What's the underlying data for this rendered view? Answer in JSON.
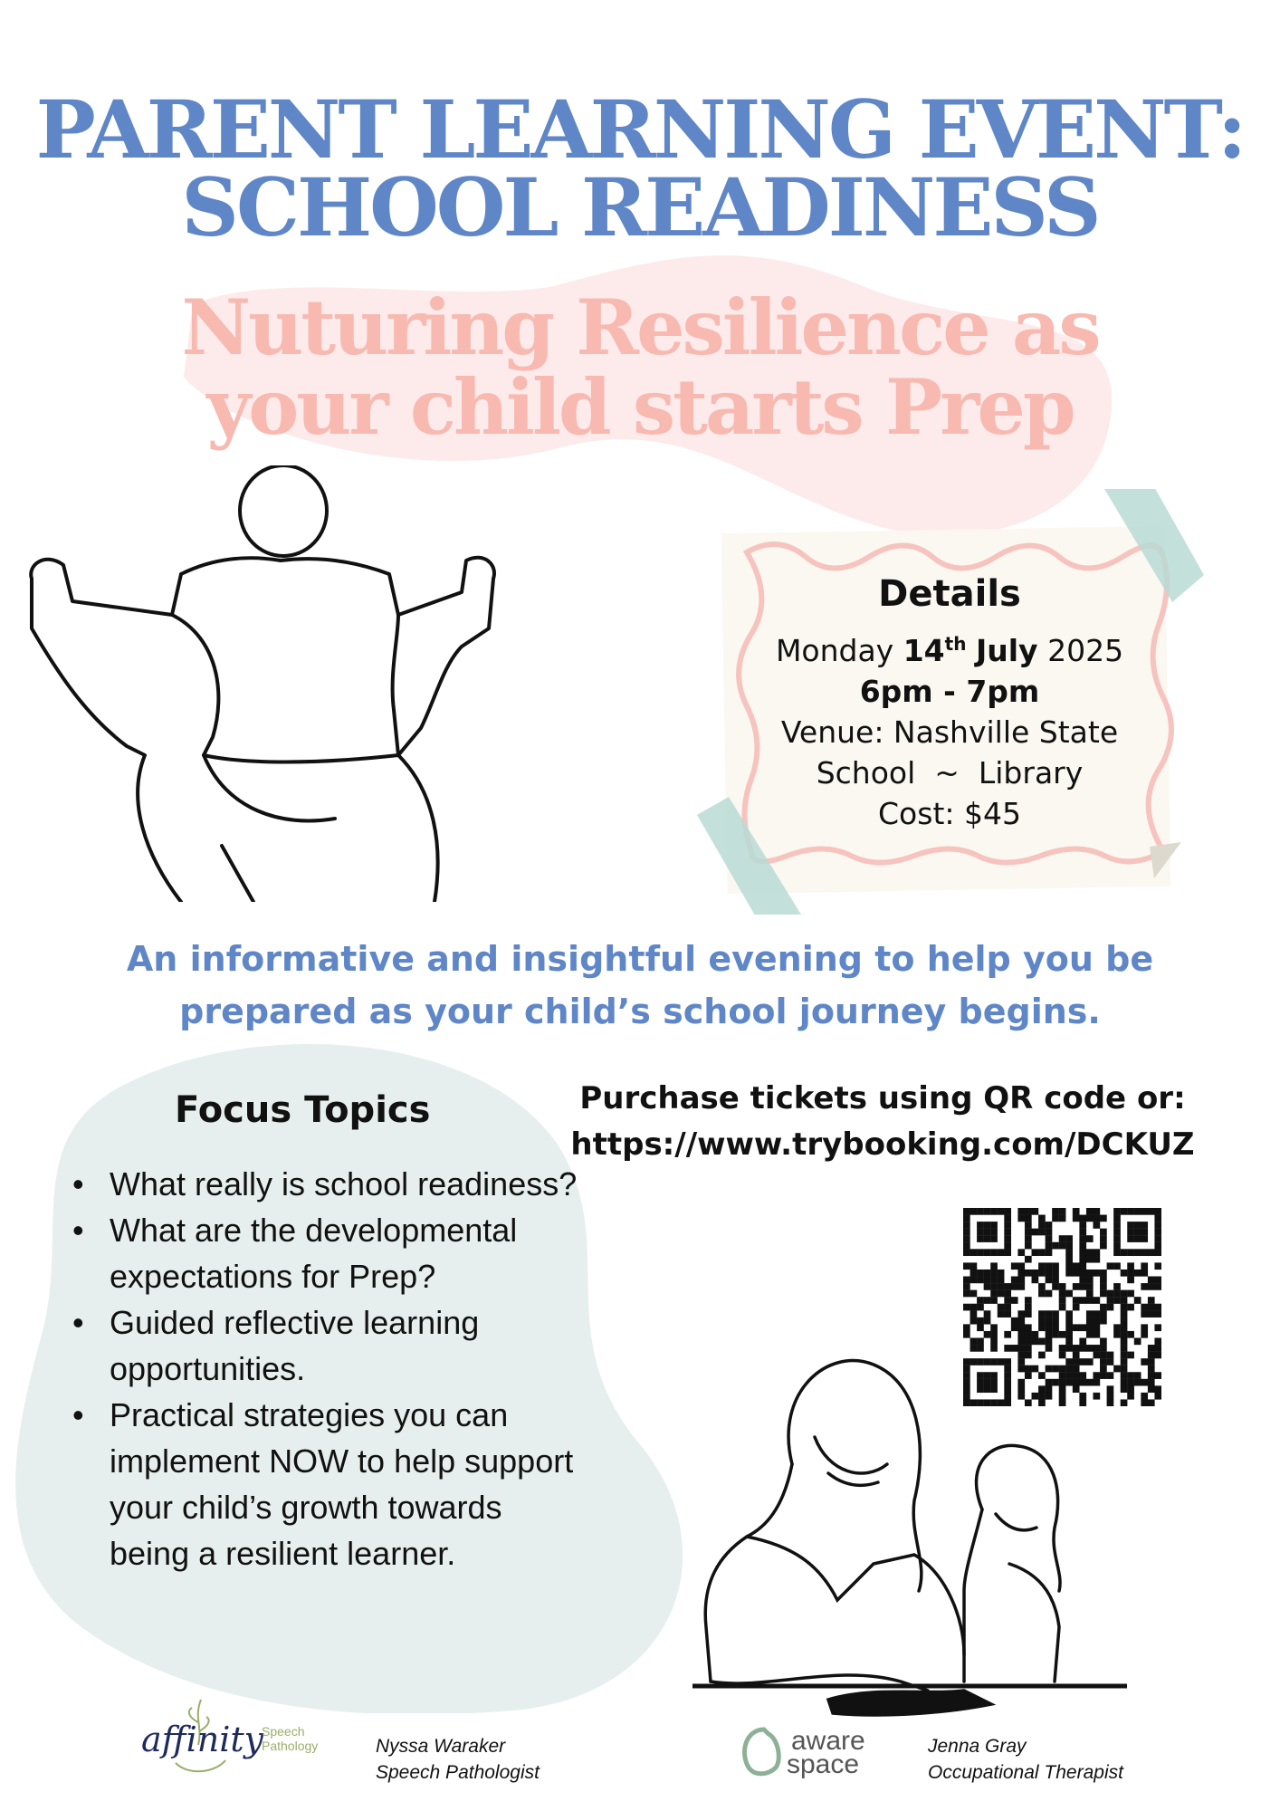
{
  "title": {
    "line1": "PARENT LEARNING EVENT:",
    "line2": "SCHOOL READINESS"
  },
  "subtitle": {
    "line1": "Nuturing Resilience as",
    "line2": "your child starts Prep"
  },
  "details": {
    "heading": "Details",
    "day": "Monday",
    "date_num": "14",
    "date_suffix": "th",
    "month": "July",
    "year": "2025",
    "time": "6pm - 7pm",
    "venue_line1": "Venue: Nashville State",
    "venue_line2": "School  ~  Library",
    "cost": "Cost: $45"
  },
  "tagline": {
    "line1": "An informative and insightful evening to help you be",
    "line2": "prepared as your child’s school journey begins."
  },
  "focus": {
    "heading": "Focus Topics",
    "items": [
      "What really is school readiness?",
      "What are the developmental expectations for Prep?",
      "Guided reflective learning opportunities.",
      "Practical strategies you can implement NOW to help support your child’s growth towards being a resilient learner."
    ]
  },
  "purchase": {
    "line1": "Purchase tickets using QR code or:",
    "url": "https://www.trybooking.com/DCKUZ"
  },
  "footer": {
    "affinity": {
      "logo_word": "affinity",
      "logo_sub1": "Speech",
      "logo_sub2": "Pathology",
      "name": "Nyssa Waraker",
      "role": "Speech Pathologist"
    },
    "aware": {
      "logo_word1": "aware",
      "logo_word2": "space",
      "name": "Jenna Gray",
      "role": "Occupational Therapist"
    }
  },
  "colors": {
    "blue": "#5f86c7",
    "pink": "#f7b9b0",
    "mint": "#e6efed",
    "tape": "#b9dbd5"
  }
}
